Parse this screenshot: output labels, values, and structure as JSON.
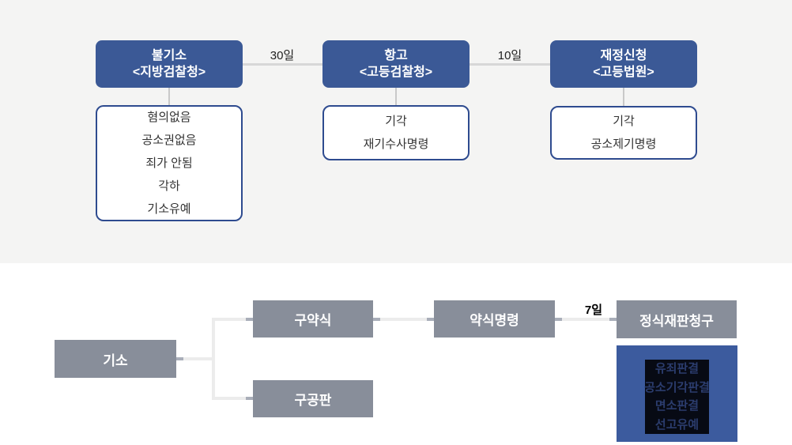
{
  "palette": {
    "top_background": "#f4f4f3",
    "node_blue": "#3b5996",
    "node_gray": "#888e9a",
    "verdict_blue": "#3c5b9e",
    "verdict_inner_bg": "#070a14",
    "verdict_text": "#2b3c6d",
    "result_border": "#2e4b8f",
    "top_line": "#d7d7d7",
    "bottom_line": "#ececec"
  },
  "top_flow": {
    "nodes": [
      {
        "title": "불기소",
        "subtitle": "<지방검찰청>"
      },
      {
        "title": "항고",
        "subtitle": "<고등검찰청>"
      },
      {
        "title": "재정신청",
        "subtitle": "<고등법원>"
      }
    ],
    "intervals": [
      "30일",
      "10일"
    ],
    "results": [
      {
        "lines": [
          "혐의없음",
          "공소권없음",
          "죄가 안됨",
          "각하",
          "기소유예"
        ]
      },
      {
        "lines": [
          "기각",
          "재기수사명령"
        ]
      },
      {
        "lines": [
          "기각",
          "공소제기명령"
        ]
      }
    ]
  },
  "bottom_flow": {
    "start": "기소",
    "branch_top": "구약식",
    "branch_bottom": "구공판",
    "summary_order": "약식명령",
    "interval": "7일",
    "formal_trial": "정식재판청구",
    "verdicts": [
      "유죄판결",
      "공소기각판결",
      "면소판결",
      "선고유예"
    ]
  }
}
